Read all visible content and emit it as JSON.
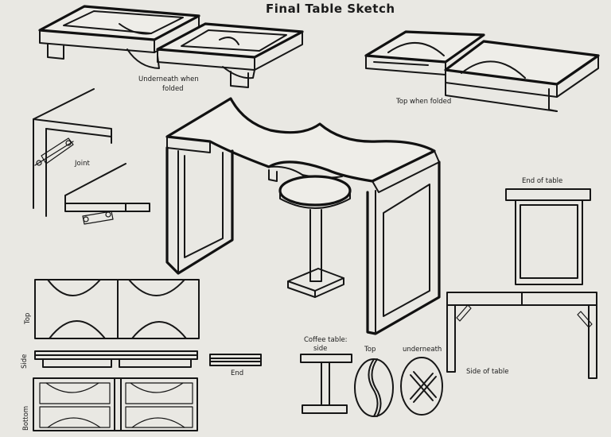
{
  "title": "Final Table Sketch",
  "labels": {
    "underneath_folded_1": "Underneath when",
    "underneath_folded_2": "folded",
    "top_when_folded": "Top when folded",
    "joint": "Joint",
    "end_of_table": "End of table",
    "top": "Top",
    "side": "Side",
    "bottom": "Bottom",
    "end": "End",
    "coffee_table": "Coffee table:",
    "coffee_side": "side",
    "coffee_top": "Top",
    "coffee_underneath": "underneath",
    "side_of_table": "Side of table"
  },
  "colors": {
    "paper": "#e9e8e3",
    "ink": "#161616"
  }
}
